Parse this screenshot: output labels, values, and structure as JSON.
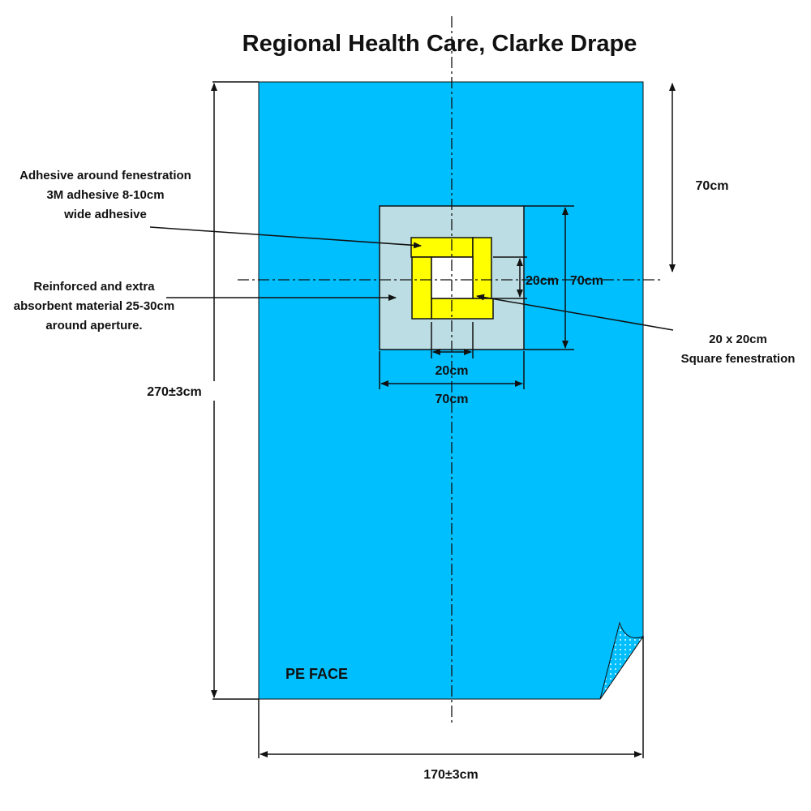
{
  "title": "Regional Health Care, Clarke Drape",
  "colors": {
    "drape": "#00BFFF",
    "reinforcement": "#BCDDE3",
    "adhesive": "#FFFF00",
    "fenestration": "#FFFFFF"
  },
  "annotations": {
    "adhesive": [
      "Adhesive around fenestration",
      "3M adhesive 8-10cm",
      "wide adhesive"
    ],
    "reinforced": [
      "Reinforced and extra",
      "absorbent material 25-30cm",
      "around aperture."
    ],
    "fenestration": [
      "20 x 20cm",
      "Square fenestration"
    ]
  },
  "dimensions": {
    "top_offset": "70cm",
    "length": "270±3cm",
    "width": "170±3cm",
    "reinforcement_height": "70cm",
    "fenestration_height": "20cm",
    "fenestration_width": "20cm",
    "reinforcement_width": "70cm"
  },
  "face_label": "PE FACE"
}
